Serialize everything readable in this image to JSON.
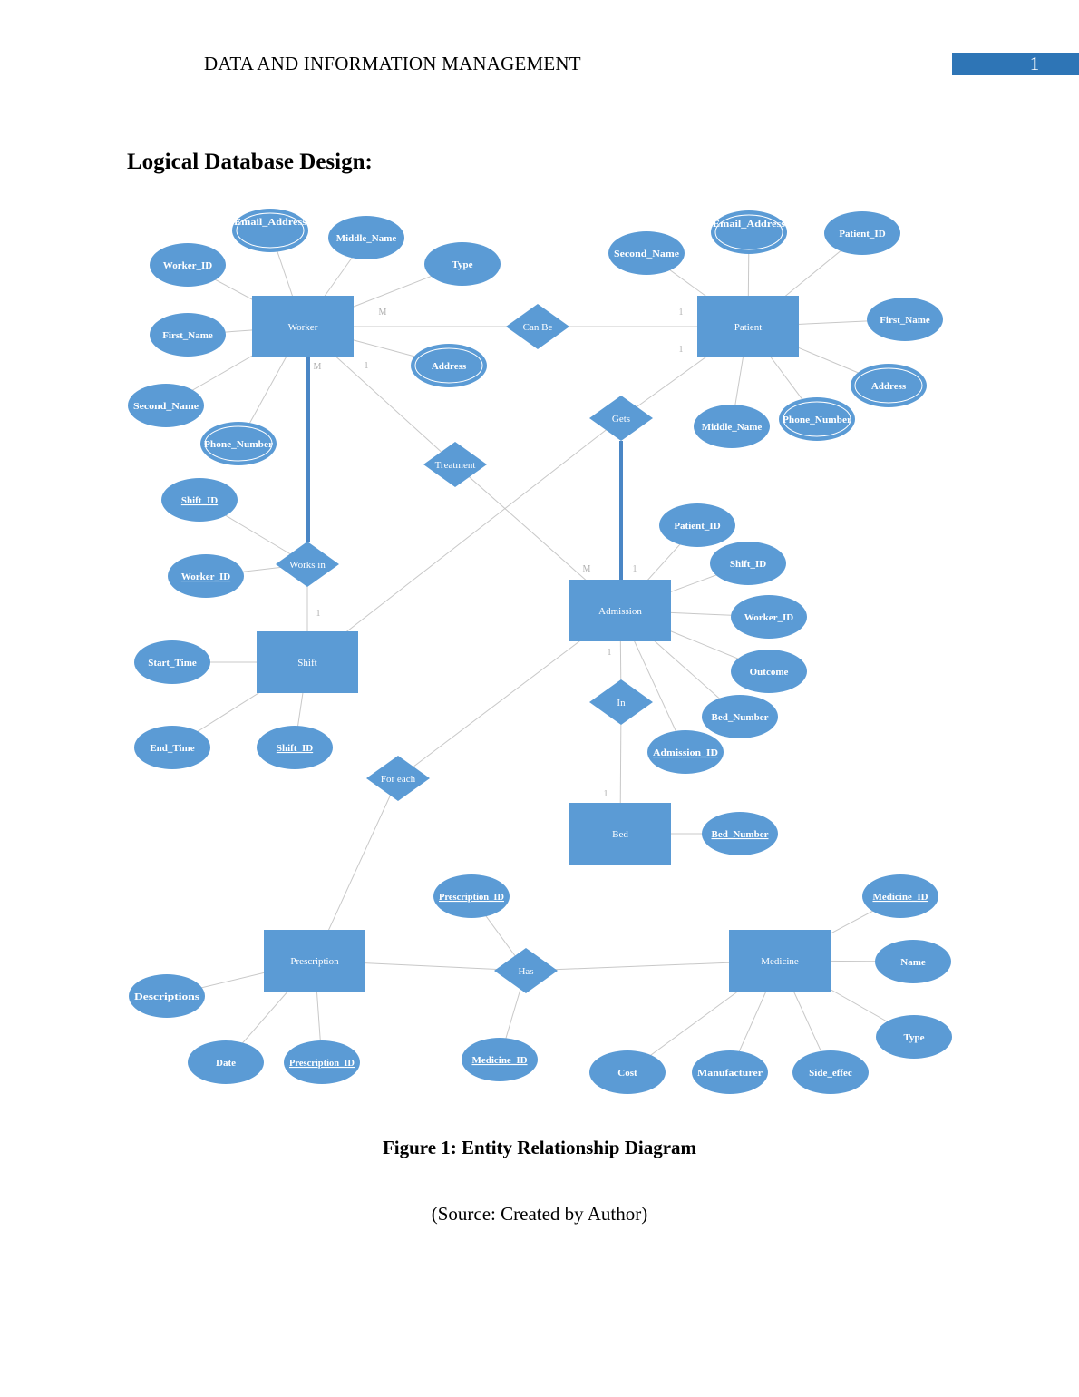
{
  "header": {
    "running_title": "DATA AND INFORMATION MANAGEMENT",
    "page_number": "1"
  },
  "section_title": "Logical Database Design:",
  "colors": {
    "shape_fill": "#5b9bd5",
    "page_box": "#2e75b6",
    "line": "#c8c8c8",
    "thick_line": "#4a86c5"
  },
  "er": {
    "nodes": [
      {
        "label": "Worker",
        "kind": "entity"
      },
      {
        "label": "Patient",
        "kind": "entity"
      },
      {
        "label": "Admission",
        "kind": "entity"
      },
      {
        "label": "Shift",
        "kind": "entity"
      },
      {
        "label": "Bed",
        "kind": "entity"
      },
      {
        "label": "Prescription",
        "kind": "entity"
      },
      {
        "label": "Medicine",
        "kind": "entity"
      },
      {
        "label": "Can Be",
        "kind": "relationship"
      },
      {
        "label": "Gets",
        "kind": "relationship"
      },
      {
        "label": "Treatment",
        "kind": "relationship"
      },
      {
        "label": "Works in",
        "kind": "relationship"
      },
      {
        "label": "In",
        "kind": "relationship"
      },
      {
        "label": "For each",
        "kind": "relationship"
      },
      {
        "label": "Has",
        "kind": "relationship"
      },
      {
        "label": "Email_Address",
        "kind": "multivalued"
      },
      {
        "label": "Middle_Name",
        "kind": "attribute"
      },
      {
        "label": "Type",
        "kind": "attribute"
      },
      {
        "label": "Worker_ID",
        "kind": "attribute"
      },
      {
        "label": "First_Name",
        "kind": "attribute"
      },
      {
        "label": "Second_Name",
        "kind": "attribute"
      },
      {
        "label": "Phone_Number",
        "kind": "multivalued"
      },
      {
        "label": "Address",
        "kind": "multivalued"
      },
      {
        "label": "Second_Name",
        "kind": "attribute"
      },
      {
        "label": "Email_Address",
        "kind": "multivalued"
      },
      {
        "label": "Patient_ID",
        "kind": "attribute"
      },
      {
        "label": "First_Name",
        "kind": "attribute"
      },
      {
        "label": "Address",
        "kind": "multivalued"
      },
      {
        "label": "Phone_Number",
        "kind": "multivalued"
      },
      {
        "label": "Middle_Name",
        "kind": "attribute"
      },
      {
        "label": "Shift_ID",
        "kind": "key"
      },
      {
        "label": "Worker_ID",
        "kind": "key"
      },
      {
        "label": "Start_Time",
        "kind": "attribute"
      },
      {
        "label": "End_Time",
        "kind": "attribute"
      },
      {
        "label": "Shift_ID",
        "kind": "key"
      },
      {
        "label": "Patient_ID",
        "kind": "attribute"
      },
      {
        "label": "Shift_ID",
        "kind": "attribute"
      },
      {
        "label": "Worker_ID",
        "kind": "attribute"
      },
      {
        "label": "Outcome",
        "kind": "attribute"
      },
      {
        "label": "Bed_Number",
        "kind": "attribute"
      },
      {
        "label": "Admission_ID",
        "kind": "key"
      },
      {
        "label": "Bed_Number",
        "kind": "key"
      },
      {
        "label": "Prescription_ID",
        "kind": "key"
      },
      {
        "label": "Medicine_ID",
        "kind": "key"
      },
      {
        "label": "Descriptions",
        "kind": "attribute"
      },
      {
        "label": "Date",
        "kind": "attribute"
      },
      {
        "label": "Prescription_ID",
        "kind": "key"
      },
      {
        "label": "Medicine_ID",
        "kind": "key"
      },
      {
        "label": "Name",
        "kind": "attribute"
      },
      {
        "label": "Type",
        "kind": "attribute"
      },
      {
        "label": "Side_effec",
        "kind": "attribute"
      },
      {
        "label": "Manufacturer",
        "kind": "attribute"
      },
      {
        "label": "Cost",
        "kind": "attribute"
      }
    ],
    "cardinalities": [
      "M",
      "1",
      "M",
      "1",
      "1",
      "1",
      "M",
      "1",
      "1",
      "1"
    ]
  },
  "caption": "Figure 1: Entity Relationship Diagram",
  "source": "(Source: Created by Author)"
}
